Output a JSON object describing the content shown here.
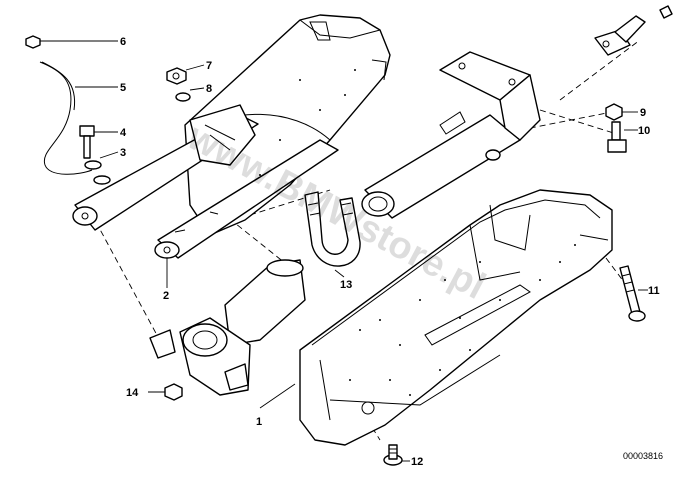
{
  "diagram": {
    "watermark": "www.BMWstore.pl",
    "reference_number": "00003816",
    "callouts": [
      {
        "id": "1",
        "label": "1"
      },
      {
        "id": "2",
        "label": "2"
      },
      {
        "id": "3",
        "label": "3"
      },
      {
        "id": "4",
        "label": "4"
      },
      {
        "id": "5",
        "label": "5"
      },
      {
        "id": "6",
        "label": "6"
      },
      {
        "id": "7",
        "label": "7"
      },
      {
        "id": "8",
        "label": "8"
      },
      {
        "id": "9",
        "label": "9"
      },
      {
        "id": "10",
        "label": "10"
      },
      {
        "id": "11",
        "label": "11"
      },
      {
        "id": "12",
        "label": "12"
      },
      {
        "id": "13",
        "label": "13"
      },
      {
        "id": "14",
        "label": "14"
      }
    ]
  }
}
